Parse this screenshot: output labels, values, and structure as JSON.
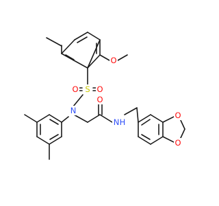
{
  "molecule": {
    "atoms": {
      "o_methoxy": {
        "label": "O",
        "color": "#ff0d0d"
      },
      "s_sulfonyl": {
        "label": "S",
        "color": "#c8c800"
      },
      "o_sulfonyl_left": {
        "label": "O",
        "color": "#ff0d0d"
      },
      "o_sulfonyl_right": {
        "label": "O",
        "color": "#ff0d0d"
      },
      "n_sulfonamide": {
        "label": "N",
        "color": "#3050f8"
      },
      "o_carbonyl": {
        "label": "O",
        "color": "#ff0d0d"
      },
      "n_amide": {
        "label": "N",
        "color": "#3050f8"
      },
      "h_amide": {
        "label": "H",
        "color": "#3050f8"
      },
      "o_dioxole_top": {
        "label": "O",
        "color": "#ff0d0d"
      },
      "o_dioxole_bottom": {
        "label": "O",
        "color": "#ff0d0d"
      }
    },
    "bond_color": "#1a1a1a"
  }
}
